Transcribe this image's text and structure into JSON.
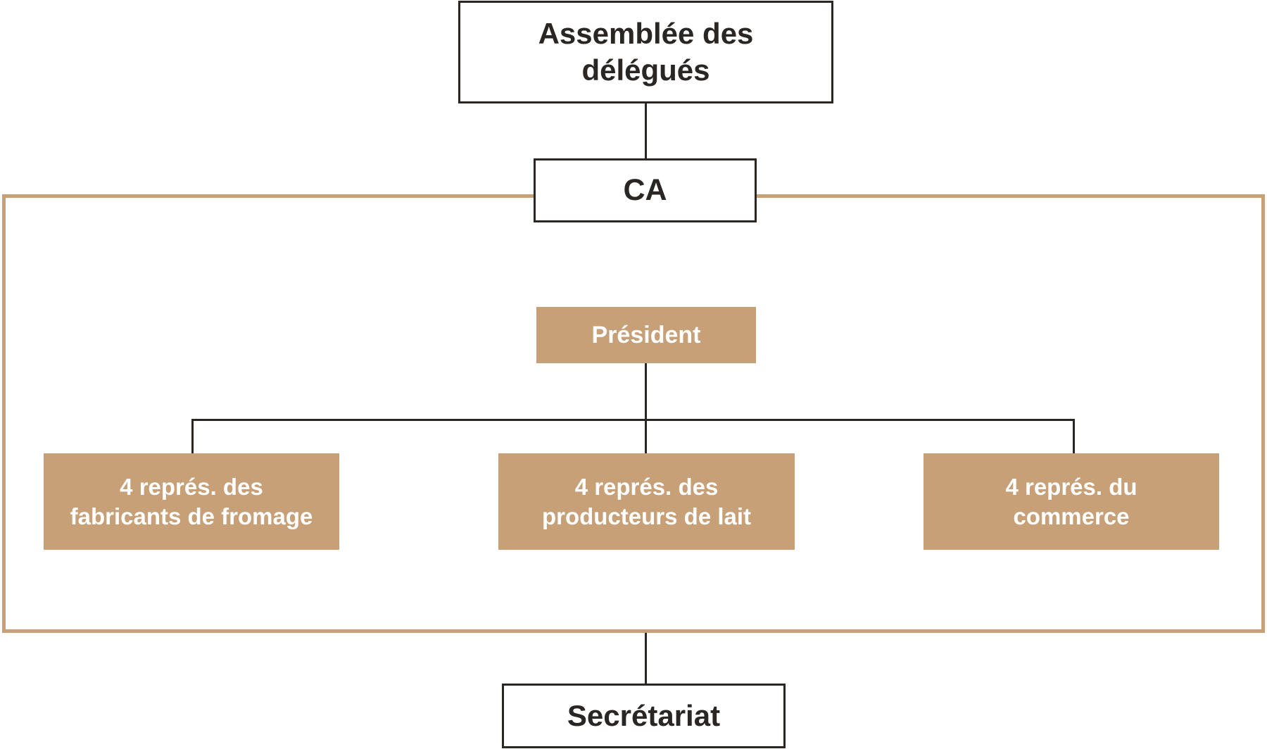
{
  "diagram": {
    "assembly": {
      "label": "Assemblée des\ndélégués"
    },
    "board": {
      "label": "CA"
    },
    "president": {
      "label": "Président"
    },
    "members": [
      {
        "label": "4 représ. des\nfabricants de fromage"
      },
      {
        "label": "4 représ. des\nproducteurs de lait"
      },
      {
        "label": "4 représ. du\ncommerce"
      }
    ],
    "secretariat": {
      "label": "Secrétariat"
    }
  },
  "colors": {
    "accent": "#c7a078",
    "ink": "#2a2623",
    "background": "#ffffff"
  }
}
